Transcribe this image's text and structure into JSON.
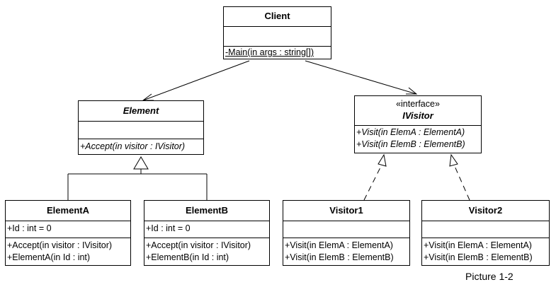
{
  "classes": {
    "client": {
      "name": "Client",
      "attributes": [],
      "operations": [
        "-Main(in args : string[])"
      ]
    },
    "element": {
      "name": "Element",
      "attributes": [],
      "operations": [
        "+Accept(in visitor : IVisitor)"
      ]
    },
    "ivisitor": {
      "stereotype": "«interface»",
      "name": "IVisitor",
      "attributes": [],
      "operations": [
        "+Visit(in ElemA : ElementA)",
        "+Visit(in ElemB : ElementB)"
      ]
    },
    "element_a": {
      "name": "ElementA",
      "attributes": [
        "+Id : int = 0"
      ],
      "operations": [
        "+Accept(in visitor : IVisitor)",
        "+ElementA(in Id : int)"
      ]
    },
    "element_b": {
      "name": "ElementB",
      "attributes": [
        "+Id : int = 0"
      ],
      "operations": [
        "+Accept(in visitor : IVisitor)",
        "+ElementB(in Id : int)"
      ]
    },
    "visitor1": {
      "name": "Visitor1",
      "attributes": [],
      "operations": [
        "+Visit(in ElemA : ElementA)",
        "+Visit(in ElemB : ElementB)"
      ]
    },
    "visitor2": {
      "name": "Visitor2",
      "attributes": [],
      "operations": [
        "+Visit(in ElemA : ElementA)",
        "+Visit(in ElemB : ElementB)"
      ]
    }
  },
  "relationships": [
    {
      "type": "association",
      "from": "Client",
      "to": "Element"
    },
    {
      "type": "association",
      "from": "Client",
      "to": "IVisitor"
    },
    {
      "type": "generalization",
      "from": "ElementA",
      "to": "Element"
    },
    {
      "type": "generalization",
      "from": "ElementB",
      "to": "Element"
    },
    {
      "type": "realization",
      "from": "Visitor1",
      "to": "IVisitor"
    },
    {
      "type": "realization",
      "from": "Visitor2",
      "to": "IVisitor"
    }
  ],
  "caption": "Picture 1-2"
}
